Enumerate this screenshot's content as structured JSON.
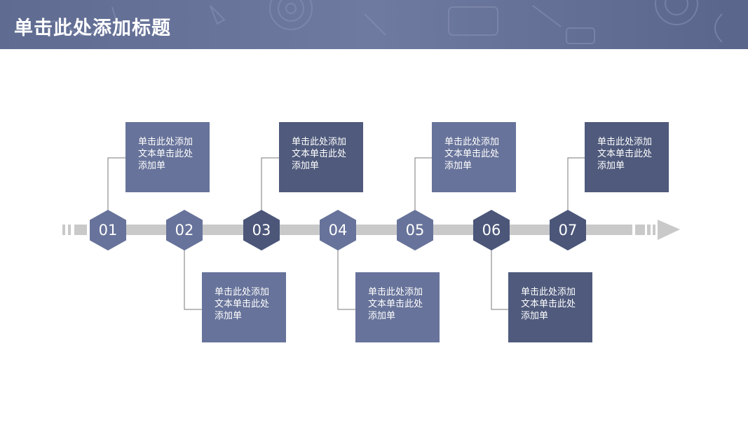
{
  "header": {
    "title": "单击此处添加标题"
  },
  "steps": [
    {
      "number": "01",
      "text": "单击此处添加文本单击此处添加单"
    },
    {
      "number": "02",
      "text": "单击此处添加文本单击此处添加单"
    },
    {
      "number": "03",
      "text": "单击此处添加文本单击此处添加单"
    },
    {
      "number": "04",
      "text": "单击此处添加文本单击此处添加单"
    },
    {
      "number": "05",
      "text": "单击此处添加文本单击此处添加单"
    },
    {
      "number": "06",
      "text": "单击此处添加文本单击此处添加单"
    },
    {
      "number": "07",
      "text": "单击此处添加文本单击此处添加单"
    }
  ],
  "colors": {
    "accent_light": "#67739a",
    "accent_dark": "#4f5a7c",
    "track": "#c9c9c9"
  }
}
